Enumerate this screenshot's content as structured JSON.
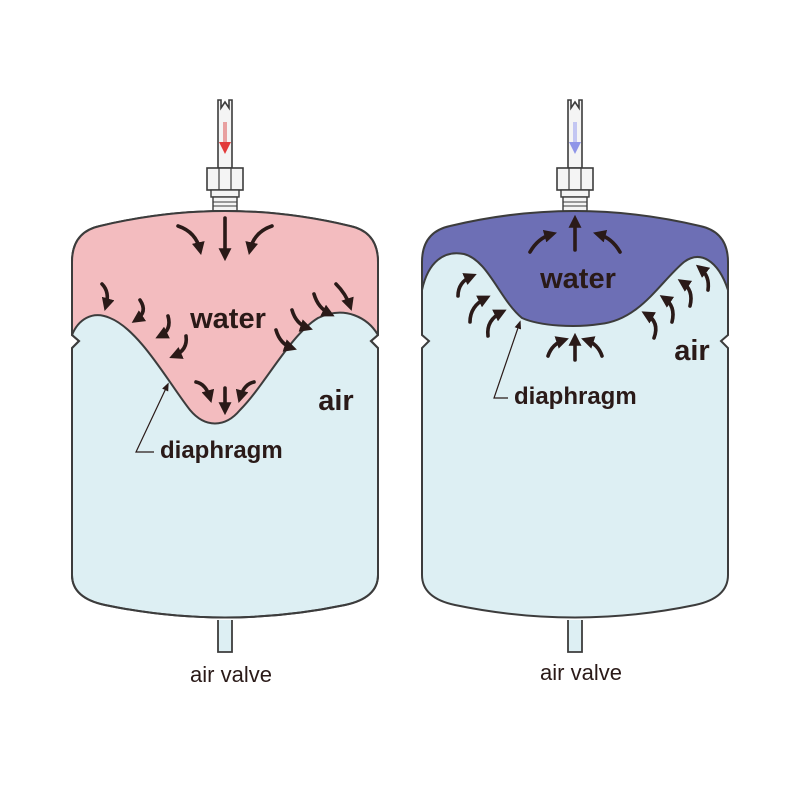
{
  "colors": {
    "tank_outline": "#3c3c3c",
    "air_fill": "#ddeff3",
    "water_fill_left": "#f3bcbf",
    "water_fill_right": "#6d6fb5",
    "arrow": "#2a1a18",
    "inflow_arrow": "#e23a3a",
    "outflow_arrow": "#8f95e8",
    "text": "#2a1a18",
    "pipe_fill": "#f4f4f4"
  },
  "tanks": [
    {
      "state": "filling",
      "water_label": "water",
      "air_label": "air",
      "diaphragm_label": "diaphragm",
      "valve_label": "air valve"
    },
    {
      "state": "emptying",
      "water_label": "water",
      "air_label": "air",
      "diaphragm_label": "diaphragm",
      "valve_label": "air valve"
    }
  ]
}
